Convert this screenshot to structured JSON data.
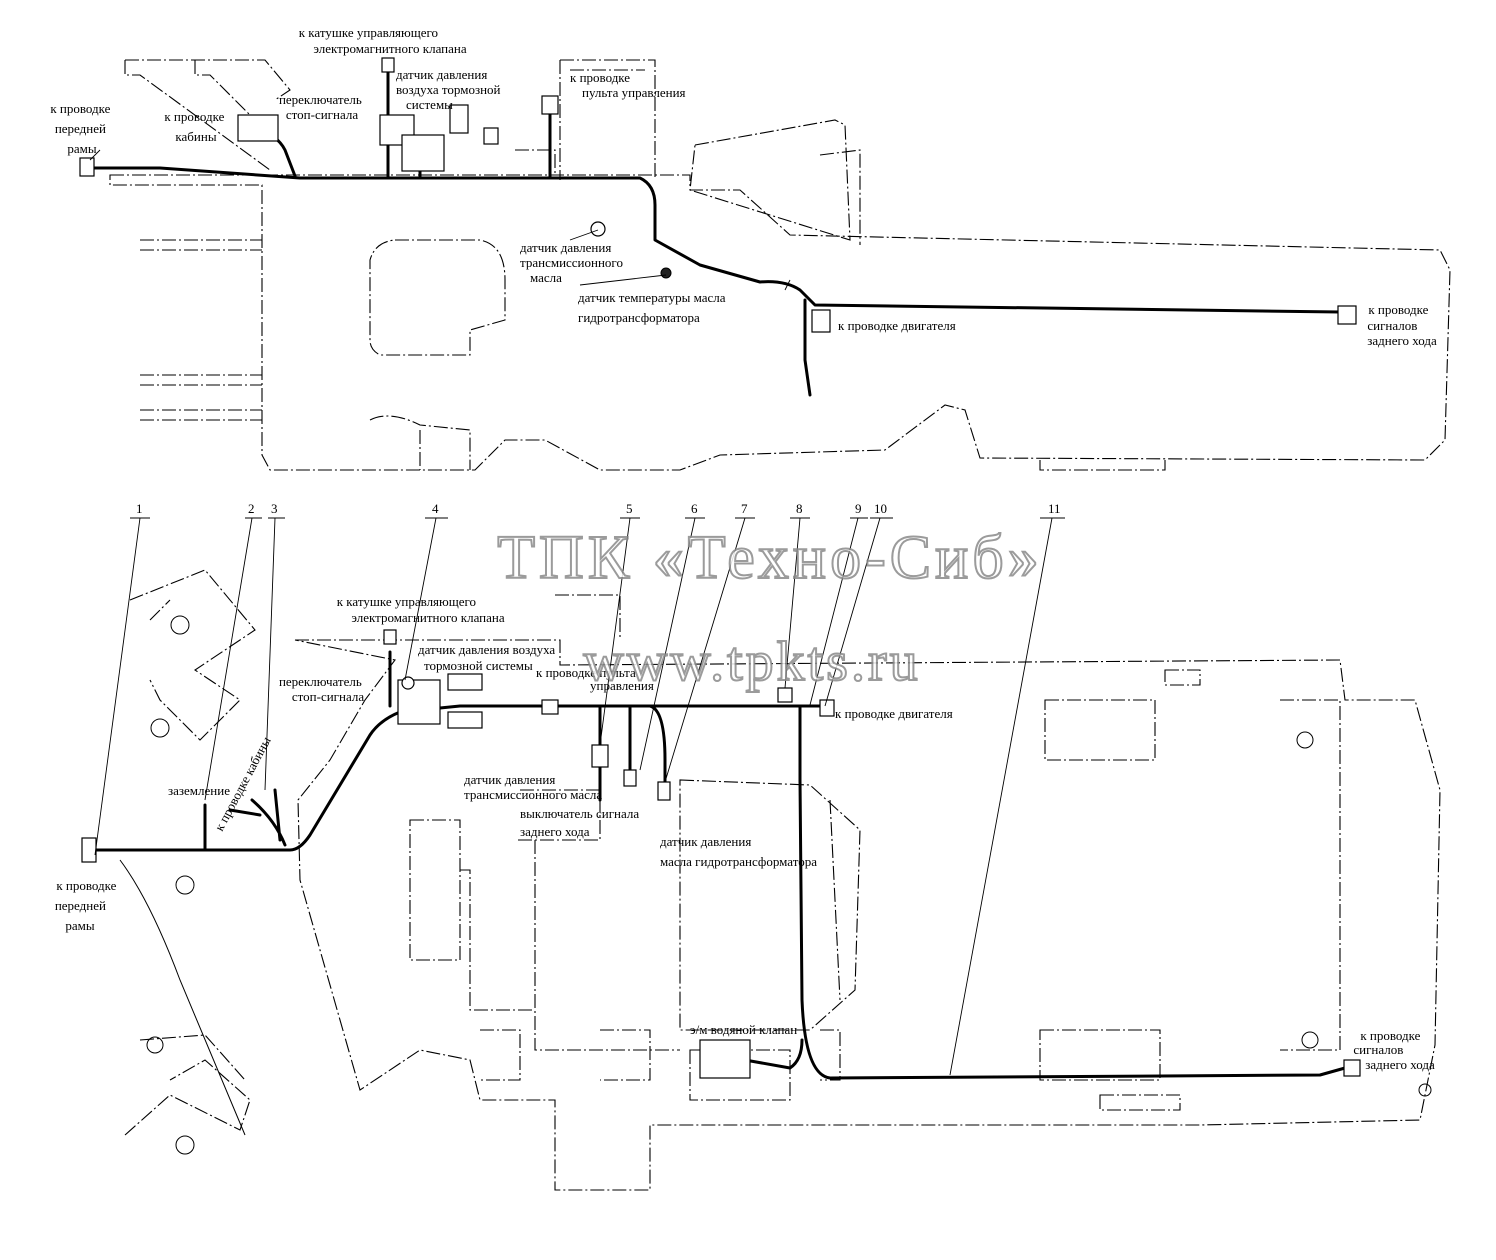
{
  "watermark": {
    "company": "ТПК «Техно-Сиб»",
    "url": "www.tpkts.ru"
  },
  "top_view": {
    "labels": {
      "front_frame": [
        "к проводке",
        "передней",
        "рамы"
      ],
      "cab": [
        "к проводке",
        "кабины"
      ],
      "stop_switch": [
        "переключатель",
        "стоп-сигнала"
      ],
      "solenoid_coil": [
        "к катушке управляющего",
        "электромагнитного клапана"
      ],
      "brake_air_sensor": [
        "датчик давления",
        "воздуха тормозной",
        "системы"
      ],
      "control_panel": [
        "к проводке",
        "пульта управления"
      ],
      "transmission_oil_sensor": [
        "датчик давления",
        "трансмиссионного",
        "масла"
      ],
      "converter_temp_sensor": [
        "датчик температуры масла",
        "гидротрансформатора"
      ],
      "engine": "к проводке двигателя",
      "reverse_signal": [
        "к проводке",
        "сигналов",
        "заднего хода"
      ]
    }
  },
  "bottom_view": {
    "callouts": [
      "1",
      "2",
      "3",
      "4",
      "5",
      "6",
      "7",
      "8",
      "9",
      "10",
      "11"
    ],
    "labels": {
      "solenoid_coil": [
        "к катушке управляющего",
        "электромагнитного клапана"
      ],
      "brake_air_sensor": [
        "датчик давления воздуха",
        "тормозной системы"
      ],
      "stop_switch": [
        "переключатель",
        "стоп-сигнала"
      ],
      "control_panel": [
        "к проводке пульта",
        "управления"
      ],
      "engine": "к проводке двигателя",
      "ground": "заземление",
      "cab": "к проводке кабины",
      "front_frame": [
        "к проводке",
        "передней",
        "рамы"
      ],
      "transmission_oil_sensor": [
        "датчик давления",
        "трансмиссионного масла"
      ],
      "reverse_switch": [
        "выключатель сигнала",
        "заднего хода"
      ],
      "converter_oil_sensor": [
        "датчик давления",
        "масла гидротрансформатора"
      ],
      "water_valve": "э/м водяной клапан",
      "reverse_signal": [
        "к проводке",
        "сигналов",
        "заднего хода"
      ]
    }
  }
}
